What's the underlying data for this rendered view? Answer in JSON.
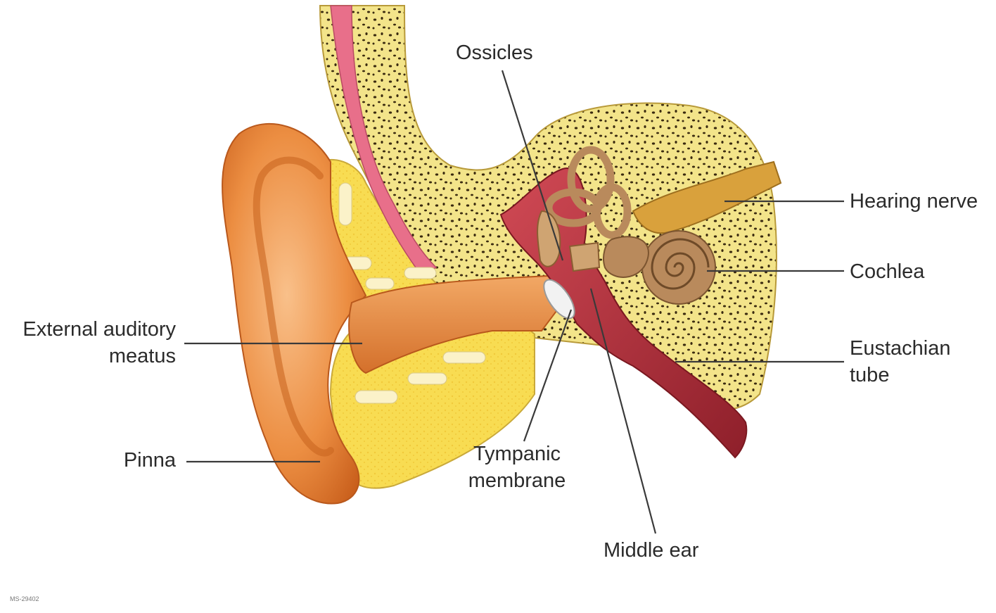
{
  "labels": {
    "ossicles": "Ossicles",
    "hearing_nerve": "Hearing nerve",
    "cochlea": "Cochlea",
    "eac_line1": "External auditory",
    "eac_line2": "meatus",
    "eustachian_line1": "Eustachian",
    "eustachian_line2": "tube",
    "pinna": "Pinna",
    "tympanic_line1": "Tympanic",
    "tympanic_line2": "membrane",
    "middle_ear": "Middle ear"
  },
  "reference_code": "MS-29402",
  "colors": {
    "bone": "#f3e48a",
    "bone_dots": "#3a2a10",
    "fat": "#f7d94a",
    "skin": "#e8873a",
    "skin_light": "#f6b679",
    "skin_dark": "#c9641f",
    "cavity": "#b5303a",
    "cochlea": "#b98a5c",
    "nerve": "#d9a13c",
    "leader": "#3a3a3a"
  }
}
